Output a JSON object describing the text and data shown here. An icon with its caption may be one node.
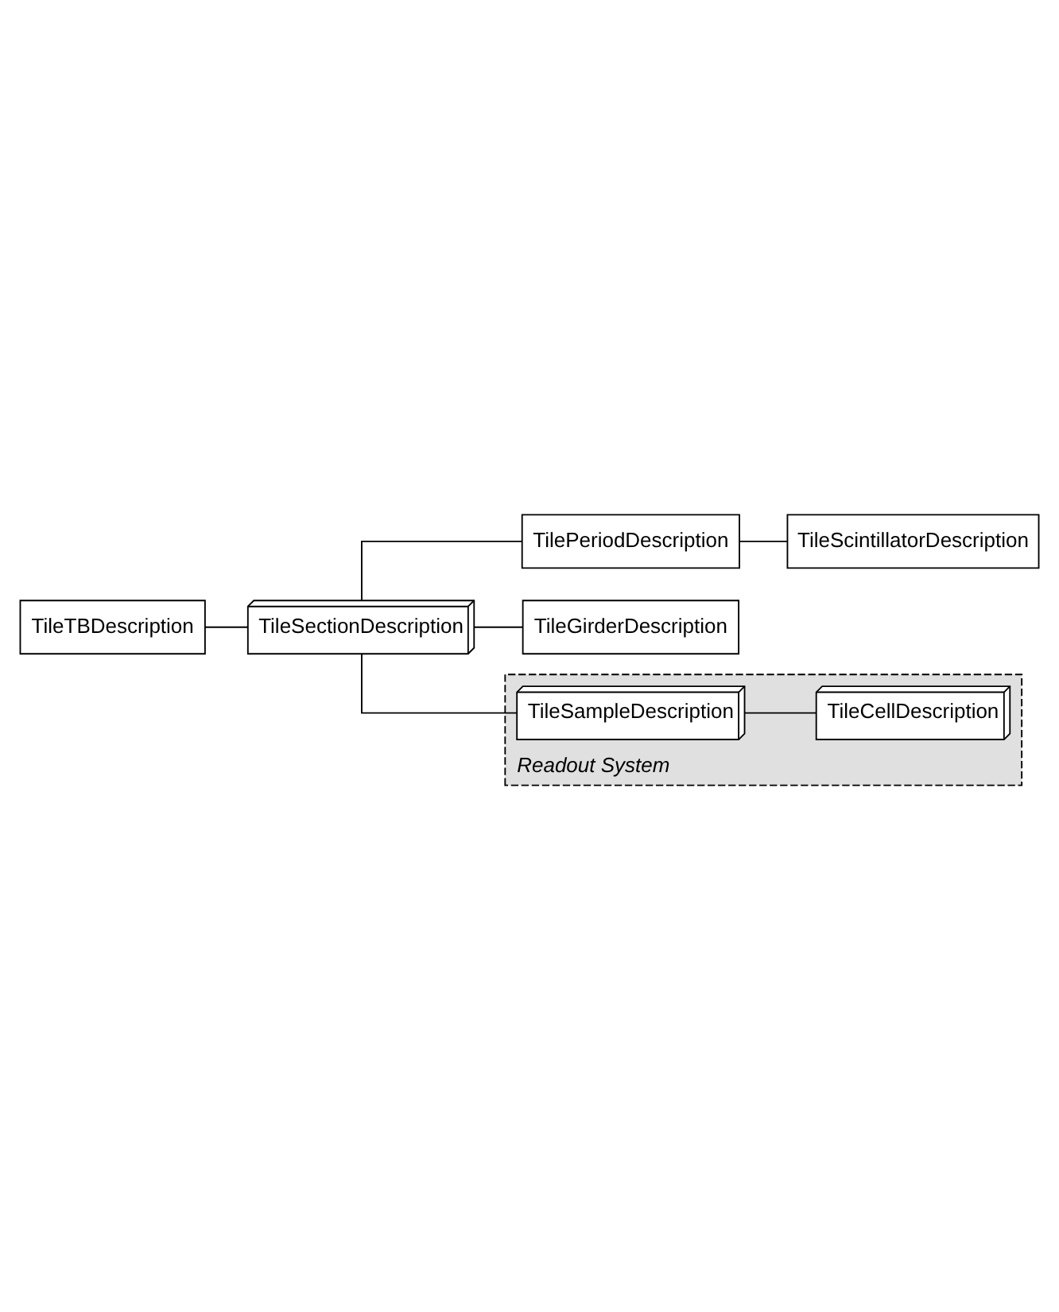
{
  "diagram": {
    "nodes": [
      {
        "text": [
          "TileTBDescription"
        ]
      },
      {
        "text": [
          "TileSectionDescription"
        ]
      },
      {
        "text": [
          "TilePeriodDescription"
        ]
      },
      {
        "text": [
          "TileScintillatorDescription"
        ]
      },
      {
        "text": [
          "TileGirderDescription"
        ]
      },
      {
        "text": [
          "Readout System"
        ]
      },
      {
        "text": [
          "TileSampleDescription"
        ],
        "in": 5
      },
      {
        "text": [
          "TileCellDescription"
        ],
        "in": 5
      }
    ],
    "edges": [
      {
        "from": 0,
        "to": 1,
        "arrow": "none"
      },
      {
        "from": 1,
        "to": 2,
        "arrow": "none"
      },
      {
        "from": 2,
        "to": 3,
        "arrow": "none"
      },
      {
        "from": 1,
        "to": 4,
        "arrow": "none"
      },
      {
        "from": 1,
        "to": 6,
        "arrow": "none"
      },
      {
        "from": 6,
        "to": 7,
        "arrow": "none"
      }
    ]
  }
}
